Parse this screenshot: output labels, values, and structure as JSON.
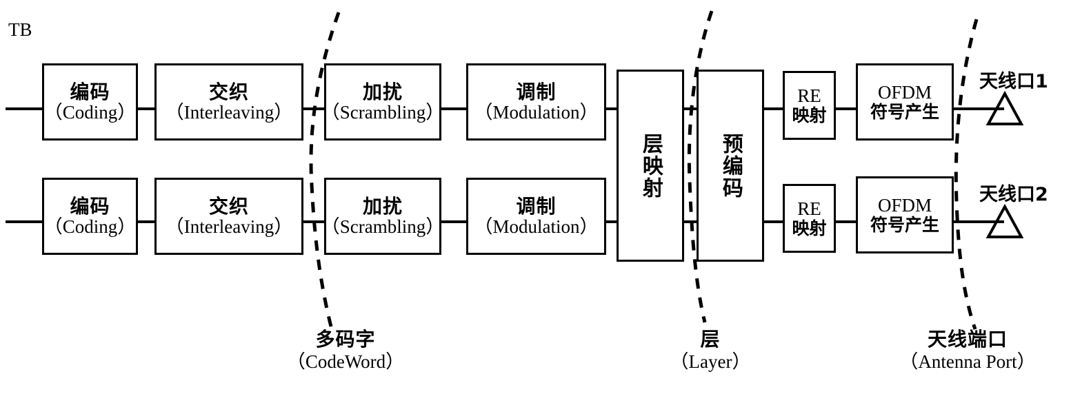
{
  "diagram": {
    "title_label": "TB",
    "rows": [
      {
        "row_id": "codeword-1",
        "stages": [
          {
            "cn": "编码",
            "en": "（Coding）"
          },
          {
            "cn": "交织",
            "en": "（Interleaving）"
          },
          {
            "cn": "加扰",
            "en": "（Scrambling）"
          },
          {
            "cn": "调制",
            "en": "（Modulation）"
          }
        ],
        "tail_stages": [
          {
            "cn": "RE",
            "en": "映射"
          },
          {
            "cn": "OFDM",
            "en": "符号产生"
          }
        ],
        "antenna_port": "天线口1"
      },
      {
        "row_id": "codeword-2",
        "stages": [
          {
            "cn": "编码",
            "en": "（Coding）"
          },
          {
            "cn": "交织",
            "en": "（Interleaving）"
          },
          {
            "cn": "加扰",
            "en": "（Scrambling）"
          },
          {
            "cn": "调制",
            "en": "（Modulation）"
          }
        ],
        "tail_stages": [
          {
            "cn": "RE",
            "en": "映射"
          },
          {
            "cn": "OFDM",
            "en": "符号产生"
          }
        ],
        "antenna_port": "天线口2"
      }
    ],
    "shared_blocks": [
      {
        "block_id": "layer-mapping",
        "text": "层映射"
      },
      {
        "block_id": "precoding",
        "text": "预编码"
      }
    ],
    "boundaries": [
      {
        "boundary_id": "codeword",
        "cn": "多码字",
        "en": "（CodeWord）"
      },
      {
        "boundary_id": "layer",
        "cn": "层",
        "en": "（Layer）"
      },
      {
        "boundary_id": "antenna-port",
        "cn": "天线端口",
        "en": "（Antenna Port）"
      }
    ],
    "colors": {
      "stroke": "#000000",
      "background": "#ffffff",
      "text": "#000000"
    }
  }
}
